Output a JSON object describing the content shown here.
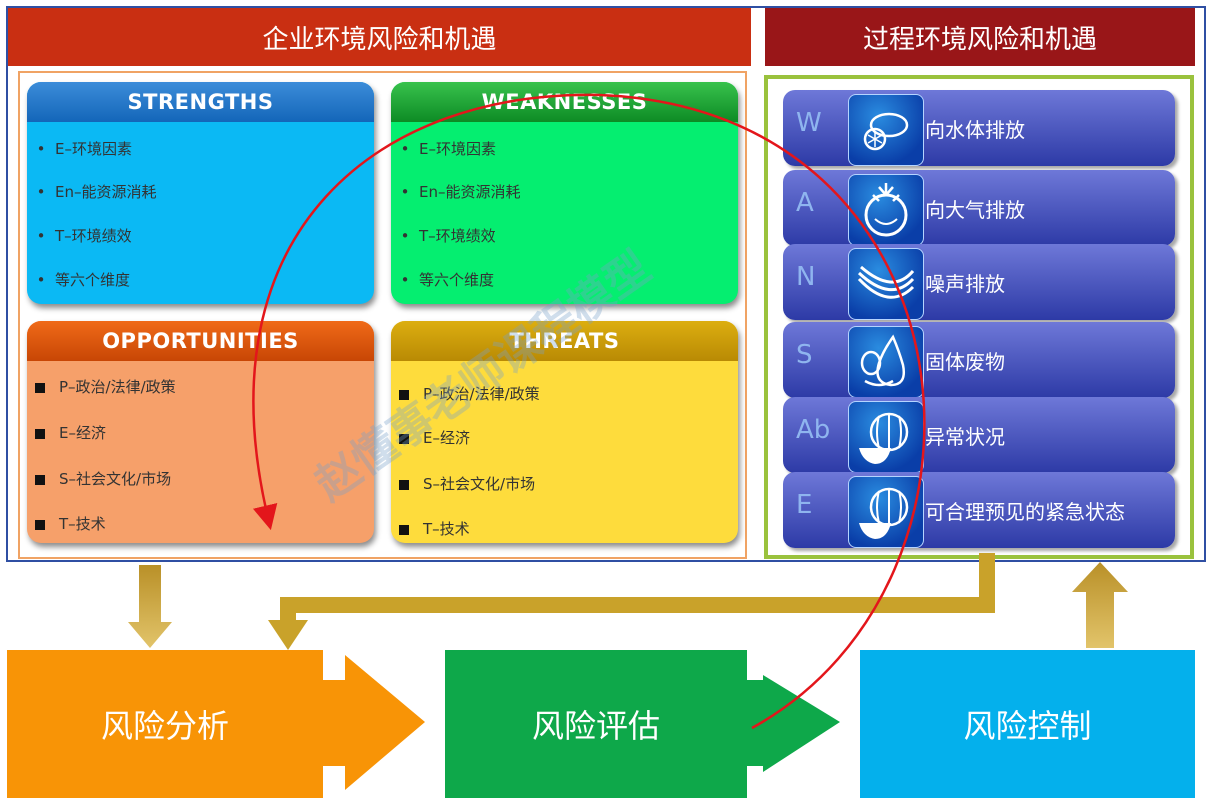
{
  "headers": {
    "left": "企业环境风险和机遇",
    "right": "过程环境风险和机遇"
  },
  "swot": {
    "strengths": {
      "title": "STRENGTHS",
      "items": [
        "E–环境因素",
        "En–能资源消耗",
        "T–环境绩效",
        "等六个维度"
      ]
    },
    "weaknesses": {
      "title": "WEAKNESSES",
      "items": [
        "E–环境因素",
        "En–能资源消耗",
        "T–环境绩效",
        "等六个维度"
      ]
    },
    "opportunities": {
      "title": "OPPORTUNITIES",
      "items": [
        "P–政治/法律/政策",
        "E–经济",
        "S–社会文化/市场",
        "T–技术"
      ]
    },
    "threats": {
      "title": "THREATS",
      "items": [
        "P–政治/法律/政策",
        "E–经济",
        "S–社会文化/市场",
        "T–技术"
      ]
    }
  },
  "process_rows": [
    {
      "letter": "W",
      "label": "向水体排放",
      "icon": "lemon-icon"
    },
    {
      "letter": "A",
      "label": "向大气排放",
      "icon": "tomato-icon"
    },
    {
      "letter": "N",
      "label": "噪声排放",
      "icon": "banana-icon"
    },
    {
      "letter": "S",
      "label": "固体废物",
      "icon": "pear-icon"
    },
    {
      "letter": "Ab",
      "label": "异常状况",
      "icon": "watermelon-icon"
    },
    {
      "letter": "E",
      "label": "可合理预见的紧急状态",
      "icon": "watermelon-icon"
    }
  ],
  "process_steps": {
    "analysis": "风险分析",
    "assessment": "风险评估",
    "control": "风险控制"
  },
  "watermark": "赵懂事老师课程模型",
  "colors": {
    "left_header": "#c92f12",
    "right_header": "#991618",
    "arrow_gold": "#c9a22a",
    "curve": "#e3161b"
  }
}
